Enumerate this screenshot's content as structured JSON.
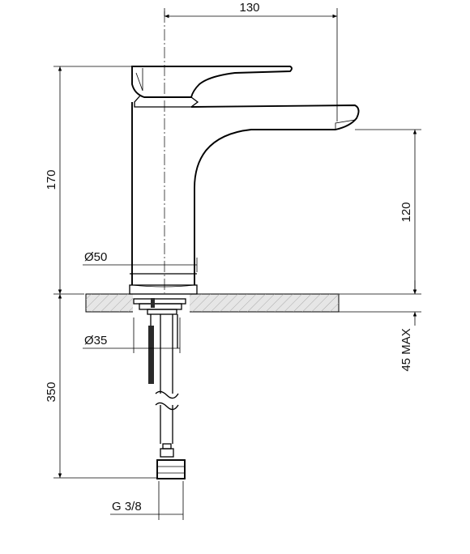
{
  "drawing": {
    "subject": "faucet-side-dimension-drawing",
    "dimensions": {
      "width_top": "130",
      "height_body": "170",
      "spout_height": "120",
      "base_diameter": "Ø50",
      "shank_diameter": "Ø35",
      "deck_thickness": "45 MAX",
      "hose_length": "350",
      "connection": "G 3/8"
    },
    "colors": {
      "line": "#000000",
      "deck_fill": "#e6e6e6",
      "hose_dark": "#2a2a2a"
    }
  }
}
